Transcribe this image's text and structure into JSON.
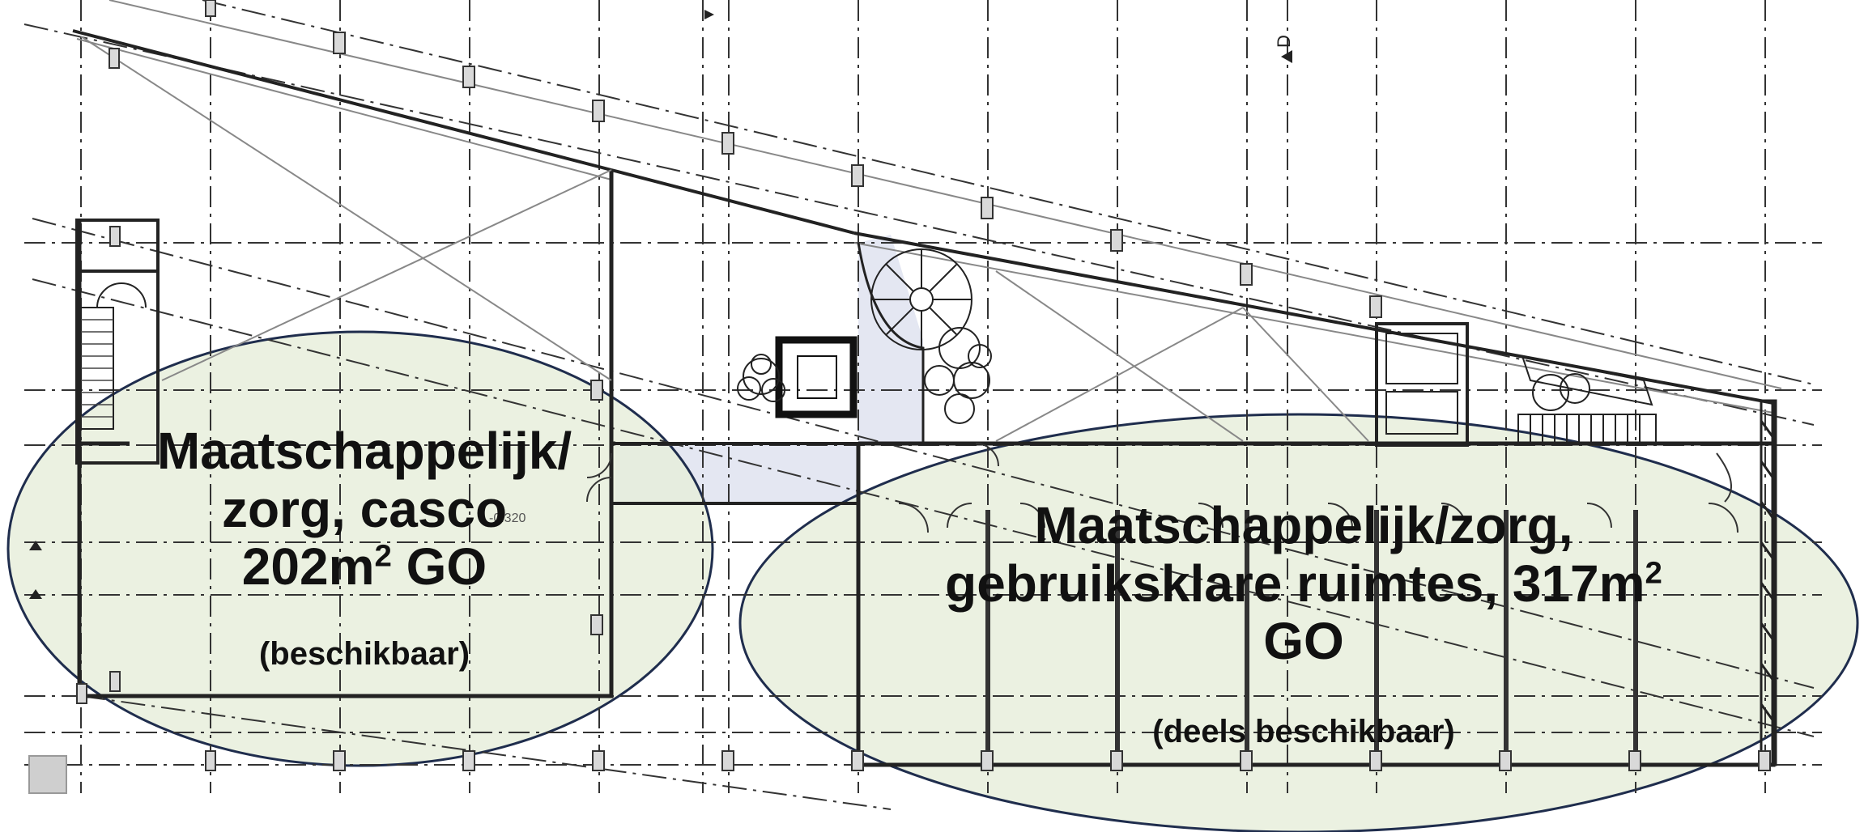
{
  "zones": [
    {
      "id": "casco",
      "line1": "Maatschappelijk/",
      "line2": "zorg, casco",
      "area_number": "202m",
      "area_sup": "2",
      "area_suffix": " GO",
      "availability": "(beschikbaar)"
    },
    {
      "id": "gebruiksklaar",
      "line1": "Maatschappelijk/zorg,",
      "line2_main": "gebruiksklare ruimtes, 317m",
      "line2_sup": "2",
      "line3": "GO",
      "availability": "(deels beschikbaar)"
    }
  ],
  "plan_marks": {
    "north_marker": "D",
    "level_mark": "-0.320"
  },
  "colors": {
    "zone_fill": "#e6eedb",
    "zone_stroke": "#1f2d4d",
    "corridor_fill": "#e4e7f2",
    "wall": "#222222",
    "grid": "#333333",
    "thin": "#8a8a8a"
  }
}
